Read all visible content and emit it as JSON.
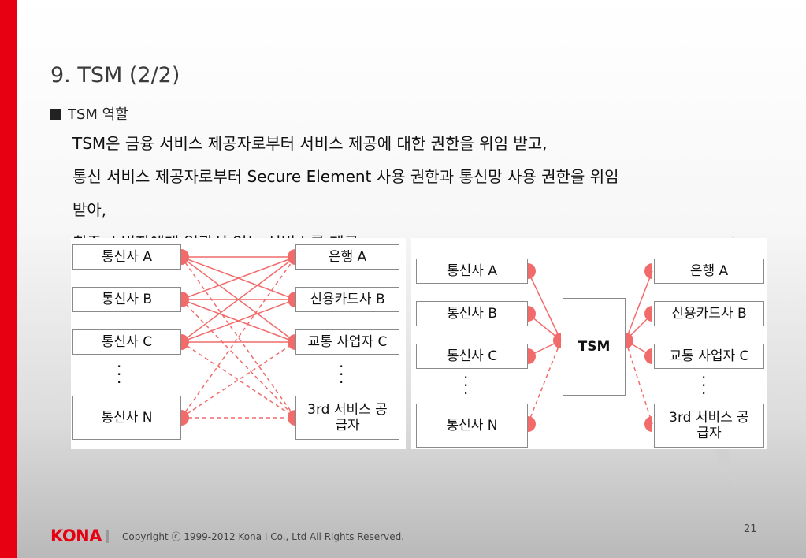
{
  "slide": {
    "title": "9. TSM (2/2)",
    "bullet": "TSM 역할",
    "lines": [
      "TSM은 금융 서비스 제공자로부터 서비스 제공에 대한 권한을 위임 받고,",
      "통신 서비스 제공자로부터 Secure Element 사용 권한과 통신망 사용 권한을 위임",
      "받아,",
      "최종 소비자에게 일관성 있는 서비스를 제공"
    ]
  },
  "left_diagram": {
    "carriers": [
      "통신사 A",
      "통신사 B",
      "통신사 C",
      "통신사 N"
    ],
    "providers": [
      "은행 A",
      "신용카드사 B",
      "교통 사업자 C",
      "3rd 서비스 공급자"
    ]
  },
  "right_diagram": {
    "carriers": [
      "통신사 A",
      "통신사 B",
      "통신사 C",
      "통신사 N"
    ],
    "center": "TSM",
    "providers": [
      "은행 A",
      "신용카드사 B",
      "교통 사업자 C",
      "3rd 서비스 공급자"
    ]
  },
  "footer": {
    "logo": "KONA",
    "copyright": "Copyright ⓒ 1999-2012 Kona I Co., Ltd  All Rights Reserved.",
    "page_number": "21"
  },
  "colors": {
    "accent_red": "#e60012",
    "connector": "#f26b6b"
  }
}
